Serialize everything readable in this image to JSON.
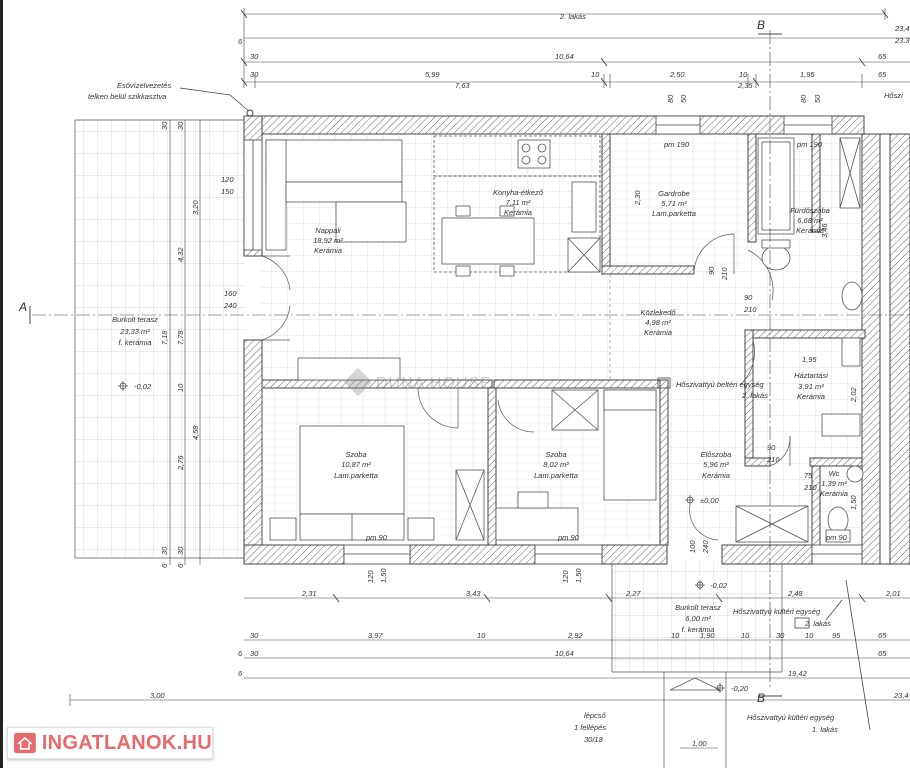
{
  "top_dims": {
    "apartment_label": "2. lakás",
    "section_mark": "B",
    "partial_right_1": "23,4",
    "partial_right_2": "23,3",
    "row2": [
      "6",
      "30",
      "10,64",
      "65"
    ],
    "row3": [
      "30",
      "5,99",
      "10",
      "2,50",
      "10",
      "1,95",
      "65"
    ],
    "row4": [
      "7,63",
      "2,35"
    ],
    "top_partial": "Hőszi"
  },
  "left_dims": {
    "outer": [
      "30",
      "30",
      "3,20",
      "4,32",
      "7,18",
      "7,78",
      "10",
      "4,58",
      "2,76",
      "30",
      "30",
      "6",
      "6"
    ],
    "door": [
      "120",
      "150",
      "160",
      "240"
    ]
  },
  "annotations": {
    "downspout_line1": "Esővízelvezetés",
    "downspout_line2": "telken belül szikkasztva",
    "section_a": "A",
    "lvl_terrace": "-0,02",
    "lvl_floor": "±0,00",
    "lvl_front": "-0,02",
    "lvl_step": "-0,20",
    "heatpump_in_1": "Hőszivattyú beltéri egység",
    "heatpump_in_2": "2. lakás",
    "heatpump_out2_1": "Hőszivattyú kültéri egység",
    "heatpump_out2_2": "2. lakás",
    "heatpump_out1_1": "Hőszivattyú kültéri egység",
    "heatpump_out1_2": "1. lakás",
    "stair_1": "lépcső",
    "stair_2": "1 fellépés",
    "stair_3": "30/18",
    "stair_width": "1,00",
    "watermark": "DUNA HOUSE"
  },
  "rooms": {
    "living": {
      "name": "Nappali",
      "area": "18,92 m²",
      "floor": "Kerámia"
    },
    "kitchen": {
      "name": "Konyha-étkező",
      "area": "7,11 m²",
      "floor": "Kerámia"
    },
    "wardrobe": {
      "name": "Gardrobe",
      "area": "5,71 m²",
      "floor": "Lam.parketta"
    },
    "bath": {
      "name": "Fürdőszoba",
      "area": "6,68 m²",
      "floor": "Kerámia"
    },
    "hall": {
      "name": "Közlekedő",
      "area": "4,98 m²",
      "floor": "Kerámia"
    },
    "utility": {
      "name": "Háztartási",
      "area": "3,91 m²",
      "floor": "Kerámia"
    },
    "room1": {
      "name": "Szoba",
      "area": "10,87 m²",
      "floor": "Lam.parketta"
    },
    "room2": {
      "name": "Szoba",
      "area": "8,02 m²",
      "floor": "Lam.parketta"
    },
    "entry": {
      "name": "Előszoba",
      "area": "5,96 m²",
      "floor": "Kerámia"
    },
    "wc": {
      "name": "Wc",
      "area": "1,39 m²",
      "floor": "Kerámia"
    },
    "terrace": {
      "name": "Burkolt terasz",
      "area": "23,33 m²",
      "floor": "f. kerámia"
    },
    "front_terrace": {
      "name": "Burkolt terasz",
      "area": "6,00 m²",
      "floor": "f. kerámia"
    }
  },
  "openings": {
    "pm190": "pm 190",
    "pm90": "pm 90",
    "d90": "90",
    "d210": "210",
    "d80": "80",
    "d50": "50",
    "d346": "3,46",
    "d230": "2,30",
    "d195": "1,95",
    "d202": "2,02",
    "d75": "75",
    "d150": "1,50",
    "d120": "120",
    "d100": "100",
    "d240": "240"
  },
  "bottom_dims": {
    "row1": [
      "2,31",
      "3,43",
      "2,27",
      "2,48",
      "2,01"
    ],
    "row2": [
      "30",
      "3,97",
      "10",
      "2,92",
      "10",
      "1,90",
      "10",
      "30",
      "10",
      "95",
      "65"
    ],
    "row3": [
      "6",
      "30",
      "10,64",
      "65"
    ],
    "row4": [
      "6",
      "19,42"
    ],
    "row5": [
      "3,00",
      "23,4"
    ],
    "section_mark": "B"
  },
  "logo": {
    "text": "INGATLANOK.HU",
    "color": "#e86a6a"
  },
  "colors": {
    "wall_hatch": "#666666",
    "tile_grid": "#d5d5d5",
    "line": "#444444"
  }
}
